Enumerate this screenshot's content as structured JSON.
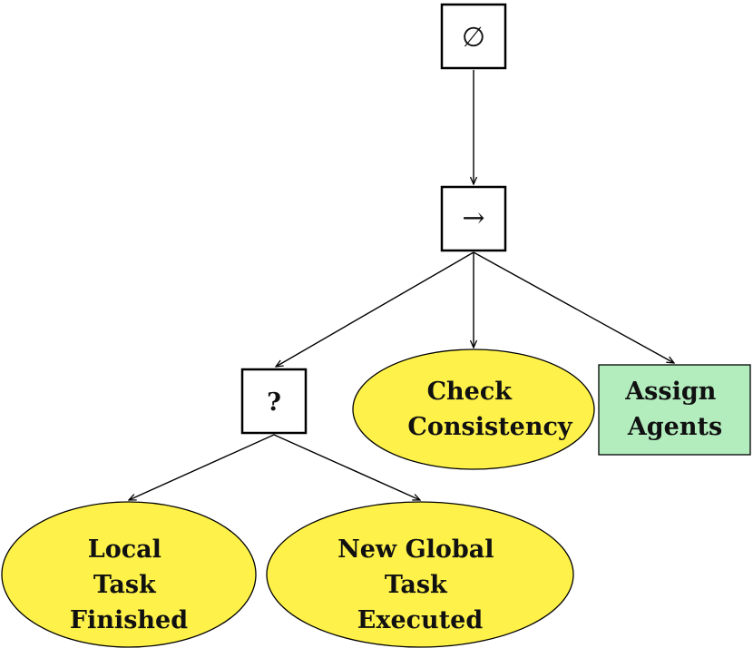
{
  "nodes": {
    "root": {
      "symbol": "∅"
    },
    "sequence": {
      "symbol": "→"
    },
    "fallback": {
      "symbol": "?"
    },
    "check_consistency": {
      "lines": [
        "Check",
        "Consistency"
      ]
    },
    "assign_agents": {
      "lines": [
        "Assign",
        "Agents"
      ]
    },
    "local_task_finished": {
      "lines": [
        "Local",
        "Task",
        "Finished"
      ]
    },
    "new_global_task_executed": {
      "lines": [
        "New Global",
        "Task",
        "Executed"
      ]
    }
  },
  "colors": {
    "condition_fill": "#fef24a",
    "action_fill": "#b3edbe",
    "stroke": "#000000"
  }
}
